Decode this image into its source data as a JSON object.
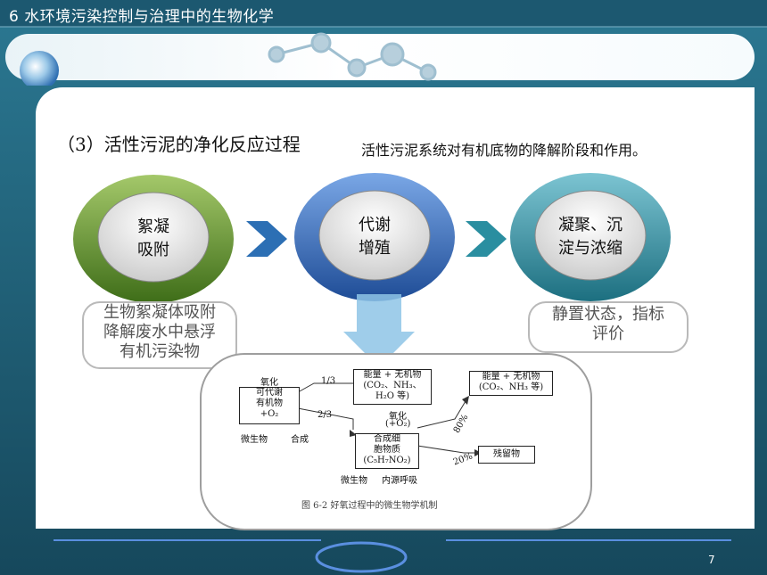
{
  "header": {
    "title": "6  水环境污染控制与治理中的生物化学"
  },
  "section": {
    "title": "（3）活性污泥的净化反应过程",
    "subtitle": "活性污泥系统对有机底物的降解阶段和作用。"
  },
  "stages": [
    {
      "line1": "絮凝",
      "line2": "吸附",
      "color": "#5a8f2a"
    },
    {
      "line1": "代谢",
      "line2": "增殖",
      "color": "#2f63b8"
    },
    {
      "line1": "凝聚、沉",
      "line2": "淀与浓缩",
      "color": "#2a8ea0"
    }
  ],
  "descriptions": {
    "left": [
      "生物絮凝体吸附",
      "降解废水中悬浮",
      "有机污染物"
    ],
    "right": [
      "静置状态，指标",
      "评价"
    ]
  },
  "diagram": {
    "label_oxidation": "氧化",
    "box_substrate": [
      "可代谢",
      "有机物",
      "+O₂"
    ],
    "label_microbe": "微生物",
    "label_synthesis": "合成",
    "frac_1_3": "1/3",
    "frac_2_3": "2/3",
    "box_energy1": [
      "能量 + 无机物",
      "(CO₂、NH₃、",
      "H₂O 等)"
    ],
    "label_oxidation2": "氧化",
    "label_oxidation2b": "(+O₂)",
    "box_cell": [
      "合成细",
      "胞物质",
      "(C₅H₇NO₂)"
    ],
    "label_microbe2": "微生物",
    "label_endogenous": "内源呼吸",
    "pct_80": "80%",
    "pct_20": "20%",
    "box_energy2": [
      "能量 + 无机物",
      "(CO₂、NH₃ 等)"
    ],
    "box_residue": "残留物",
    "caption": "图 6-2    好氧过程中的微生物学机制"
  },
  "page": {
    "number": "7"
  },
  "colors": {
    "background": "#1f5f78",
    "arrow_blue": "#2c6fb4",
    "arrow_teal": "#2a8ea0"
  }
}
